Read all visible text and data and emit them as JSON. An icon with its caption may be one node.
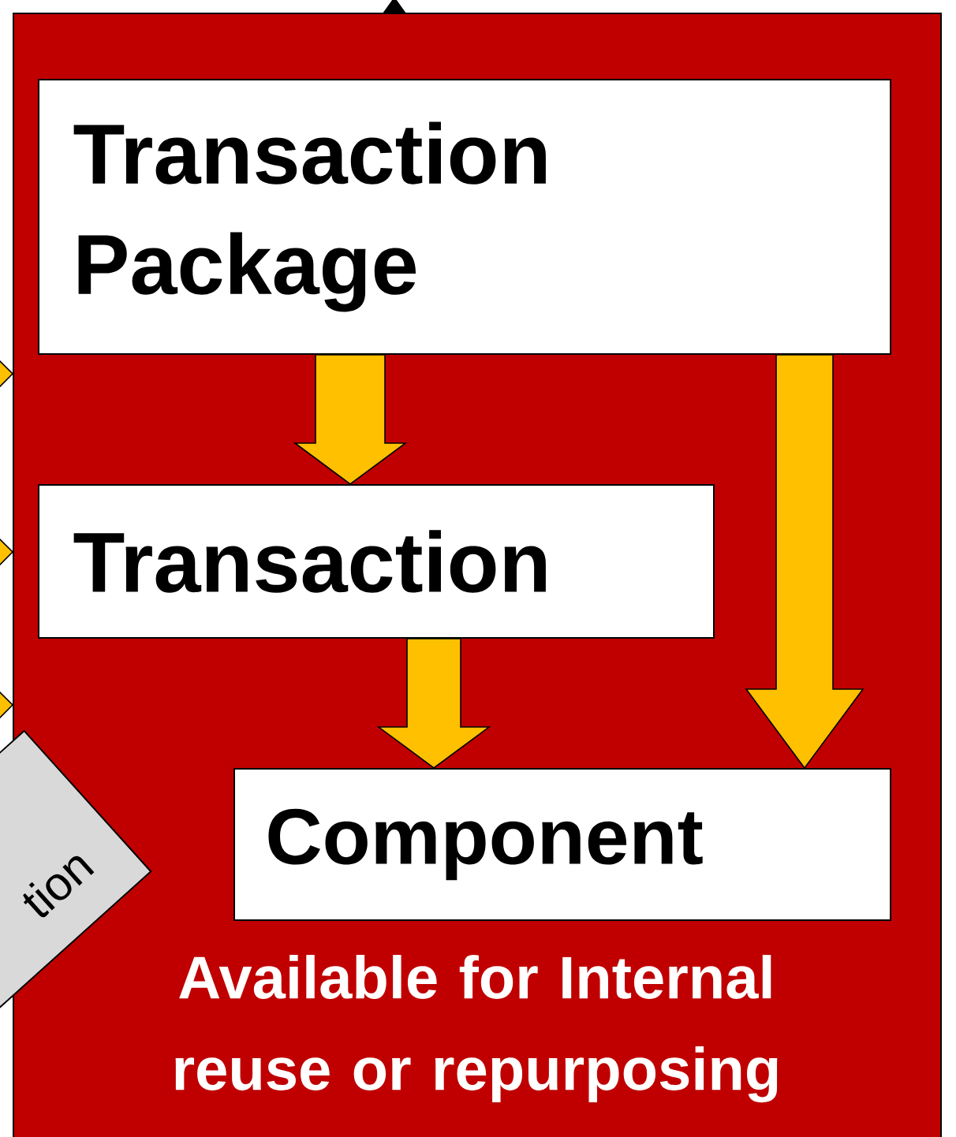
{
  "diagram": {
    "nodes": [
      {
        "text": [
          "Available for Internal reuse or repurposing"
        ]
      },
      {
        "text": [
          "Transaction Package"
        ],
        "in": 0
      },
      {
        "text": [
          "Transaction"
        ],
        "in": 0
      },
      {
        "text": [
          "Component"
        ],
        "in": 0
      },
      {
        "text": [
          "tion"
        ]
      }
    ],
    "edges": [
      {
        "from": 1,
        "to": 2,
        "arrow": "to"
      },
      {
        "from": 2,
        "to": 3,
        "arrow": "to"
      },
      {
        "from": 1,
        "to": 3,
        "arrow": "to"
      },
      {
        "from": null,
        "to": 0,
        "arrow": "to",
        "color": "#ffc000"
      },
      {
        "from": null,
        "to": 0,
        "arrow": "to",
        "color": "#ffc000"
      },
      {
        "from": null,
        "to": 0,
        "arrow": "to",
        "color": "#ffc000"
      },
      {
        "from": 0,
        "to": null,
        "arrow": "to",
        "color": "#000000"
      }
    ]
  }
}
